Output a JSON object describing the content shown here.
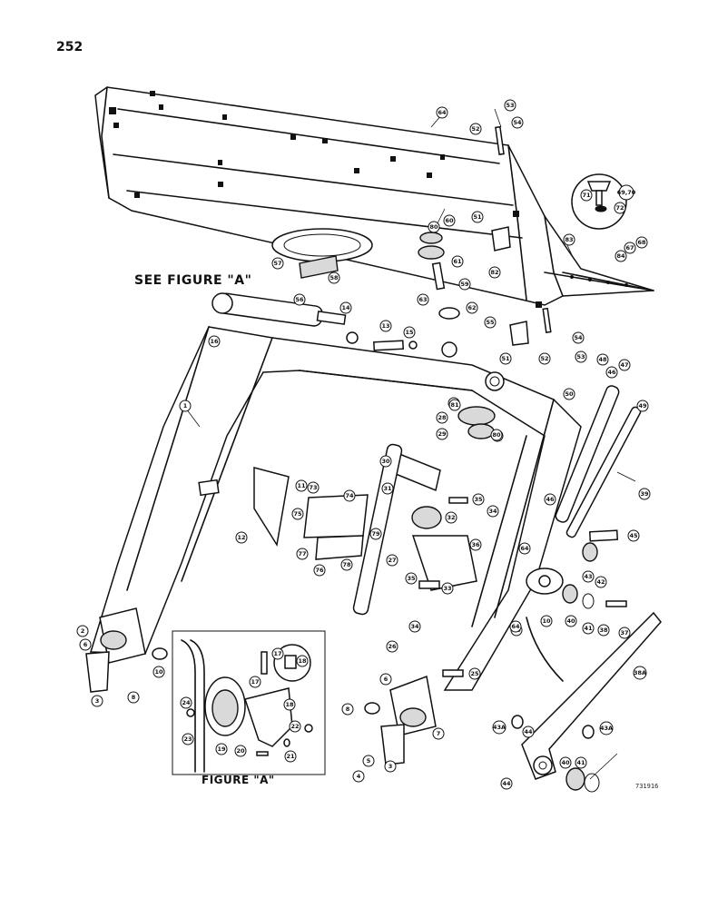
{
  "page_number": "252",
  "see_figure_label": "SEE FIGURE \"A\"",
  "figure_a_label": "FIGURE \"A\"",
  "drawing_number": "731916",
  "callouts": [
    {
      "id": "c-1",
      "label": "1"
    },
    {
      "id": "c-2",
      "label": "2"
    },
    {
      "id": "c-3",
      "label": "3"
    },
    {
      "id": "c-3b",
      "label": "3"
    },
    {
      "id": "c-4",
      "label": "4"
    },
    {
      "id": "c-5",
      "label": "5"
    },
    {
      "id": "c-6",
      "label": "6"
    },
    {
      "id": "c-6b",
      "label": "6"
    },
    {
      "id": "c-7",
      "label": "7"
    },
    {
      "id": "c-8",
      "label": "8"
    },
    {
      "id": "c-8b",
      "label": "8"
    },
    {
      "id": "c-10",
      "label": "10"
    },
    {
      "id": "c-10b",
      "label": "10"
    },
    {
      "id": "c-11",
      "label": "11"
    },
    {
      "id": "c-12",
      "label": "12"
    },
    {
      "id": "c-13",
      "label": "13"
    },
    {
      "id": "c-14",
      "label": "14"
    },
    {
      "id": "c-15",
      "label": "15"
    },
    {
      "id": "c-16",
      "label": "16"
    },
    {
      "id": "c-17",
      "label": "17"
    },
    {
      "id": "c-17b",
      "label": "17"
    },
    {
      "id": "c-18",
      "label": "18"
    },
    {
      "id": "c-18b",
      "label": "18"
    },
    {
      "id": "c-19",
      "label": "19"
    },
    {
      "id": "c-20",
      "label": "20"
    },
    {
      "id": "c-21",
      "label": "21"
    },
    {
      "id": "c-22",
      "label": "22"
    },
    {
      "id": "c-23",
      "label": "23"
    },
    {
      "id": "c-24",
      "label": "24"
    },
    {
      "id": "c-25",
      "label": "25"
    },
    {
      "id": "c-26",
      "label": "26"
    },
    {
      "id": "c-27",
      "label": "27"
    },
    {
      "id": "c-28",
      "label": "28"
    },
    {
      "id": "c-29",
      "label": "29"
    },
    {
      "id": "c-30",
      "label": "30"
    },
    {
      "id": "c-31",
      "label": "31"
    },
    {
      "id": "c-32",
      "label": "32"
    },
    {
      "id": "c-33",
      "label": "33"
    },
    {
      "id": "c-34",
      "label": "34"
    },
    {
      "id": "c-34b",
      "label": "34"
    },
    {
      "id": "c-35",
      "label": "35"
    },
    {
      "id": "c-35b",
      "label": "35"
    },
    {
      "id": "c-36",
      "label": "36"
    },
    {
      "id": "c-37",
      "label": "37"
    },
    {
      "id": "c-38",
      "label": "38"
    },
    {
      "id": "c-39",
      "label": "39"
    },
    {
      "id": "c-40",
      "label": "40"
    },
    {
      "id": "c-40b",
      "label": "40"
    },
    {
      "id": "c-41",
      "label": "41"
    },
    {
      "id": "c-41b",
      "label": "41"
    },
    {
      "id": "c-42",
      "label": "42"
    },
    {
      "id": "c-43",
      "label": "43"
    },
    {
      "id": "c-44",
      "label": "44"
    },
    {
      "id": "c-44b",
      "label": "44"
    },
    {
      "id": "c-44c",
      "label": "44"
    },
    {
      "id": "c-45",
      "label": "45"
    },
    {
      "id": "c-46",
      "label": "46"
    },
    {
      "id": "c-46b",
      "label": "46"
    },
    {
      "id": "c-47",
      "label": "47"
    },
    {
      "id": "c-48",
      "label": "48"
    },
    {
      "id": "c-49",
      "label": "49"
    },
    {
      "id": "c-50",
      "label": "50"
    },
    {
      "id": "c-51",
      "label": "51"
    },
    {
      "id": "c-51b",
      "label": "51"
    },
    {
      "id": "c-52",
      "label": "52"
    },
    {
      "id": "c-52b",
      "label": "52"
    },
    {
      "id": "c-53",
      "label": "53"
    },
    {
      "id": "c-53b",
      "label": "53"
    },
    {
      "id": "c-54",
      "label": "54"
    },
    {
      "id": "c-54b",
      "label": "54"
    },
    {
      "id": "c-55",
      "label": "55"
    },
    {
      "id": "c-56",
      "label": "56"
    },
    {
      "id": "c-57",
      "label": "57"
    },
    {
      "id": "c-58",
      "label": "58"
    },
    {
      "id": "c-59",
      "label": "59"
    },
    {
      "id": "c-60",
      "label": "60"
    },
    {
      "id": "c-60b",
      "label": "60"
    },
    {
      "id": "c-61",
      "label": "61"
    },
    {
      "id": "c-61b",
      "label": "61"
    },
    {
      "id": "c-62",
      "label": "62"
    },
    {
      "id": "c-63",
      "label": "63"
    },
    {
      "id": "c-64",
      "label": "64"
    },
    {
      "id": "c-64b",
      "label": "64"
    },
    {
      "id": "c-64c",
      "label": "64"
    },
    {
      "id": "c-67",
      "label": "67"
    },
    {
      "id": "c-68",
      "label": "68"
    },
    {
      "id": "c-6970",
      "label": "69,70"
    },
    {
      "id": "c-71",
      "label": "71"
    },
    {
      "id": "c-72",
      "label": "72"
    },
    {
      "id": "c-73",
      "label": "73"
    },
    {
      "id": "c-74",
      "label": "74"
    },
    {
      "id": "c-75",
      "label": "75"
    },
    {
      "id": "c-76",
      "label": "76"
    },
    {
      "id": "c-77",
      "label": "77"
    },
    {
      "id": "c-78",
      "label": "78"
    },
    {
      "id": "c-79",
      "label": "79"
    },
    {
      "id": "c-80",
      "label": "80"
    },
    {
      "id": "c-80b",
      "label": "80"
    },
    {
      "id": "c-81",
      "label": "81"
    },
    {
      "id": "c-82",
      "label": "82"
    },
    {
      "id": "c-83",
      "label": "83"
    },
    {
      "id": "c-84",
      "label": "84"
    },
    {
      "id": "c-434",
      "label": "43A"
    },
    {
      "id": "c-43a",
      "label": "43A"
    },
    {
      "id": "c-38a",
      "label": "38A"
    }
  ]
}
